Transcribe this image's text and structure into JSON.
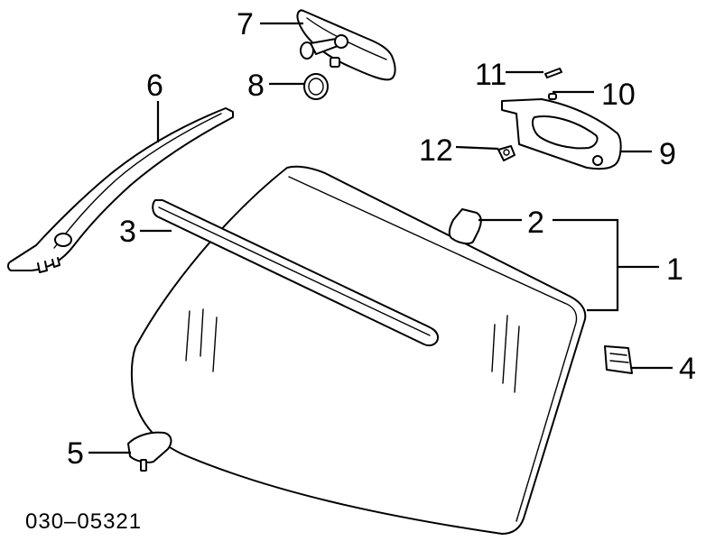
{
  "diagram": {
    "callouts": [
      {
        "id": "1",
        "label": "1",
        "part": "windshield-assembly"
      },
      {
        "id": "2",
        "label": "2",
        "part": "mirror-base-pad"
      },
      {
        "id": "3",
        "label": "3",
        "part": "windshield-upper-molding"
      },
      {
        "id": "4",
        "label": "4",
        "part": "spacer-clip"
      },
      {
        "id": "5",
        "label": "5",
        "part": "lower-stopper"
      },
      {
        "id": "6",
        "label": "6",
        "part": "a-pillar-garnish"
      },
      {
        "id": "7",
        "label": "7",
        "part": "rearview-mirror"
      },
      {
        "id": "8",
        "label": "8",
        "part": "mirror-cover"
      },
      {
        "id": "9",
        "label": "9",
        "part": "sun-visor"
      },
      {
        "id": "10",
        "label": "10",
        "part": "visor-screw-cover"
      },
      {
        "id": "11",
        "label": "11",
        "part": "screw"
      },
      {
        "id": "12",
        "label": "12",
        "part": "visor-holder"
      }
    ],
    "diagram_code": "030–05321"
  }
}
